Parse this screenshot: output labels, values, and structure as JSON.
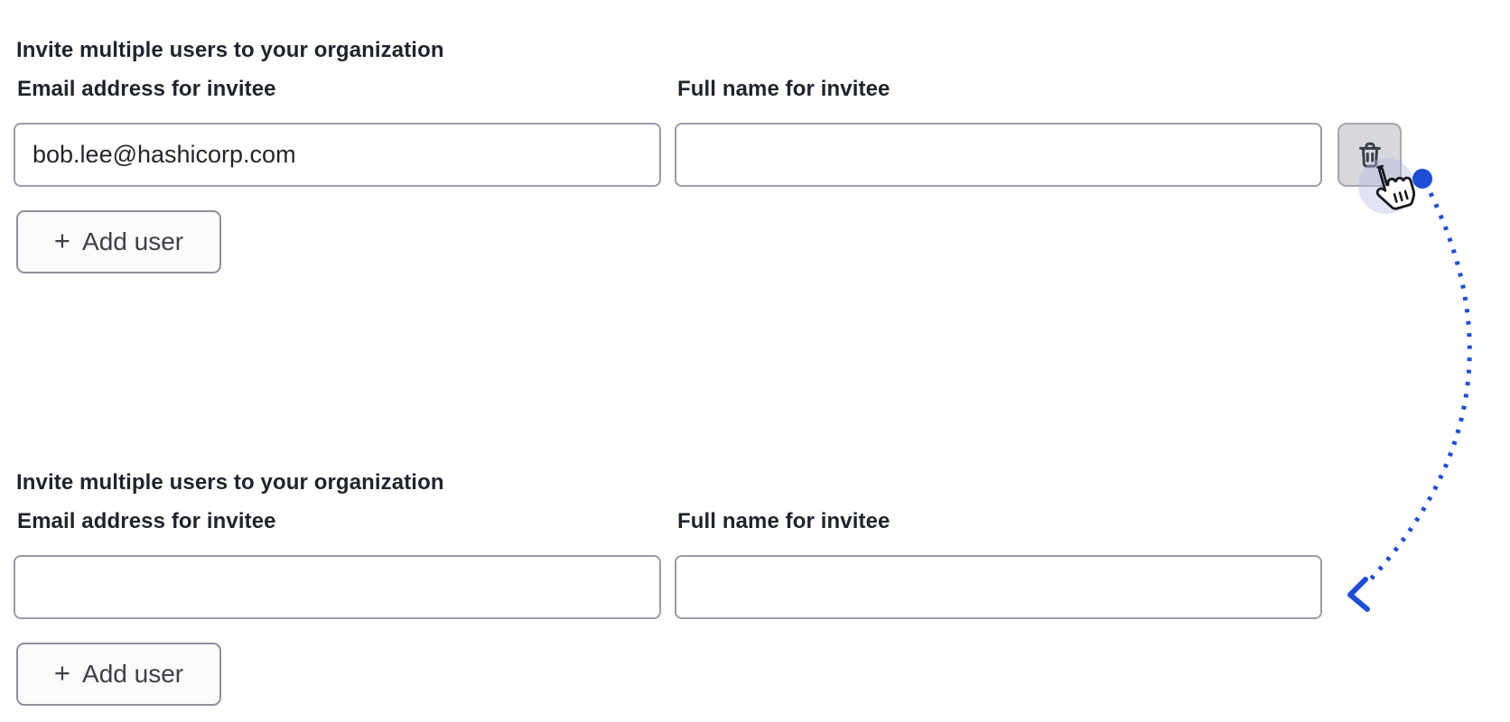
{
  "colors": {
    "accent_blue": "#1e4ed8",
    "halo_lavender": "rgba(178,183,232,0.38)",
    "trash_button_bg": "#d7d8dc",
    "input_border": "#999da7"
  },
  "forms": [
    {
      "heading": "Invite multiple users to your organization",
      "email_label": "Email address for invitee",
      "name_label": "Full name for invitee",
      "email_value": "bob.lee@hashicorp.com",
      "name_value": "",
      "add_user": {
        "icon": "plus-icon",
        "glyph": "+",
        "label": "Add user"
      },
      "delete_button": {
        "icon": "trash-icon"
      }
    },
    {
      "heading": "Invite multiple users to your organization",
      "email_label": "Email address for invitee",
      "name_label": "Full name for invitee",
      "email_value": "",
      "name_value": "",
      "add_user": {
        "icon": "plus-icon",
        "glyph": "+",
        "label": "Add user"
      }
    }
  ],
  "annotation": {
    "cursor_icon": "hand-pointer-cursor",
    "dot_icon": "annotation-step-dot",
    "arrow_icon": "curved-dotted-arrow"
  }
}
